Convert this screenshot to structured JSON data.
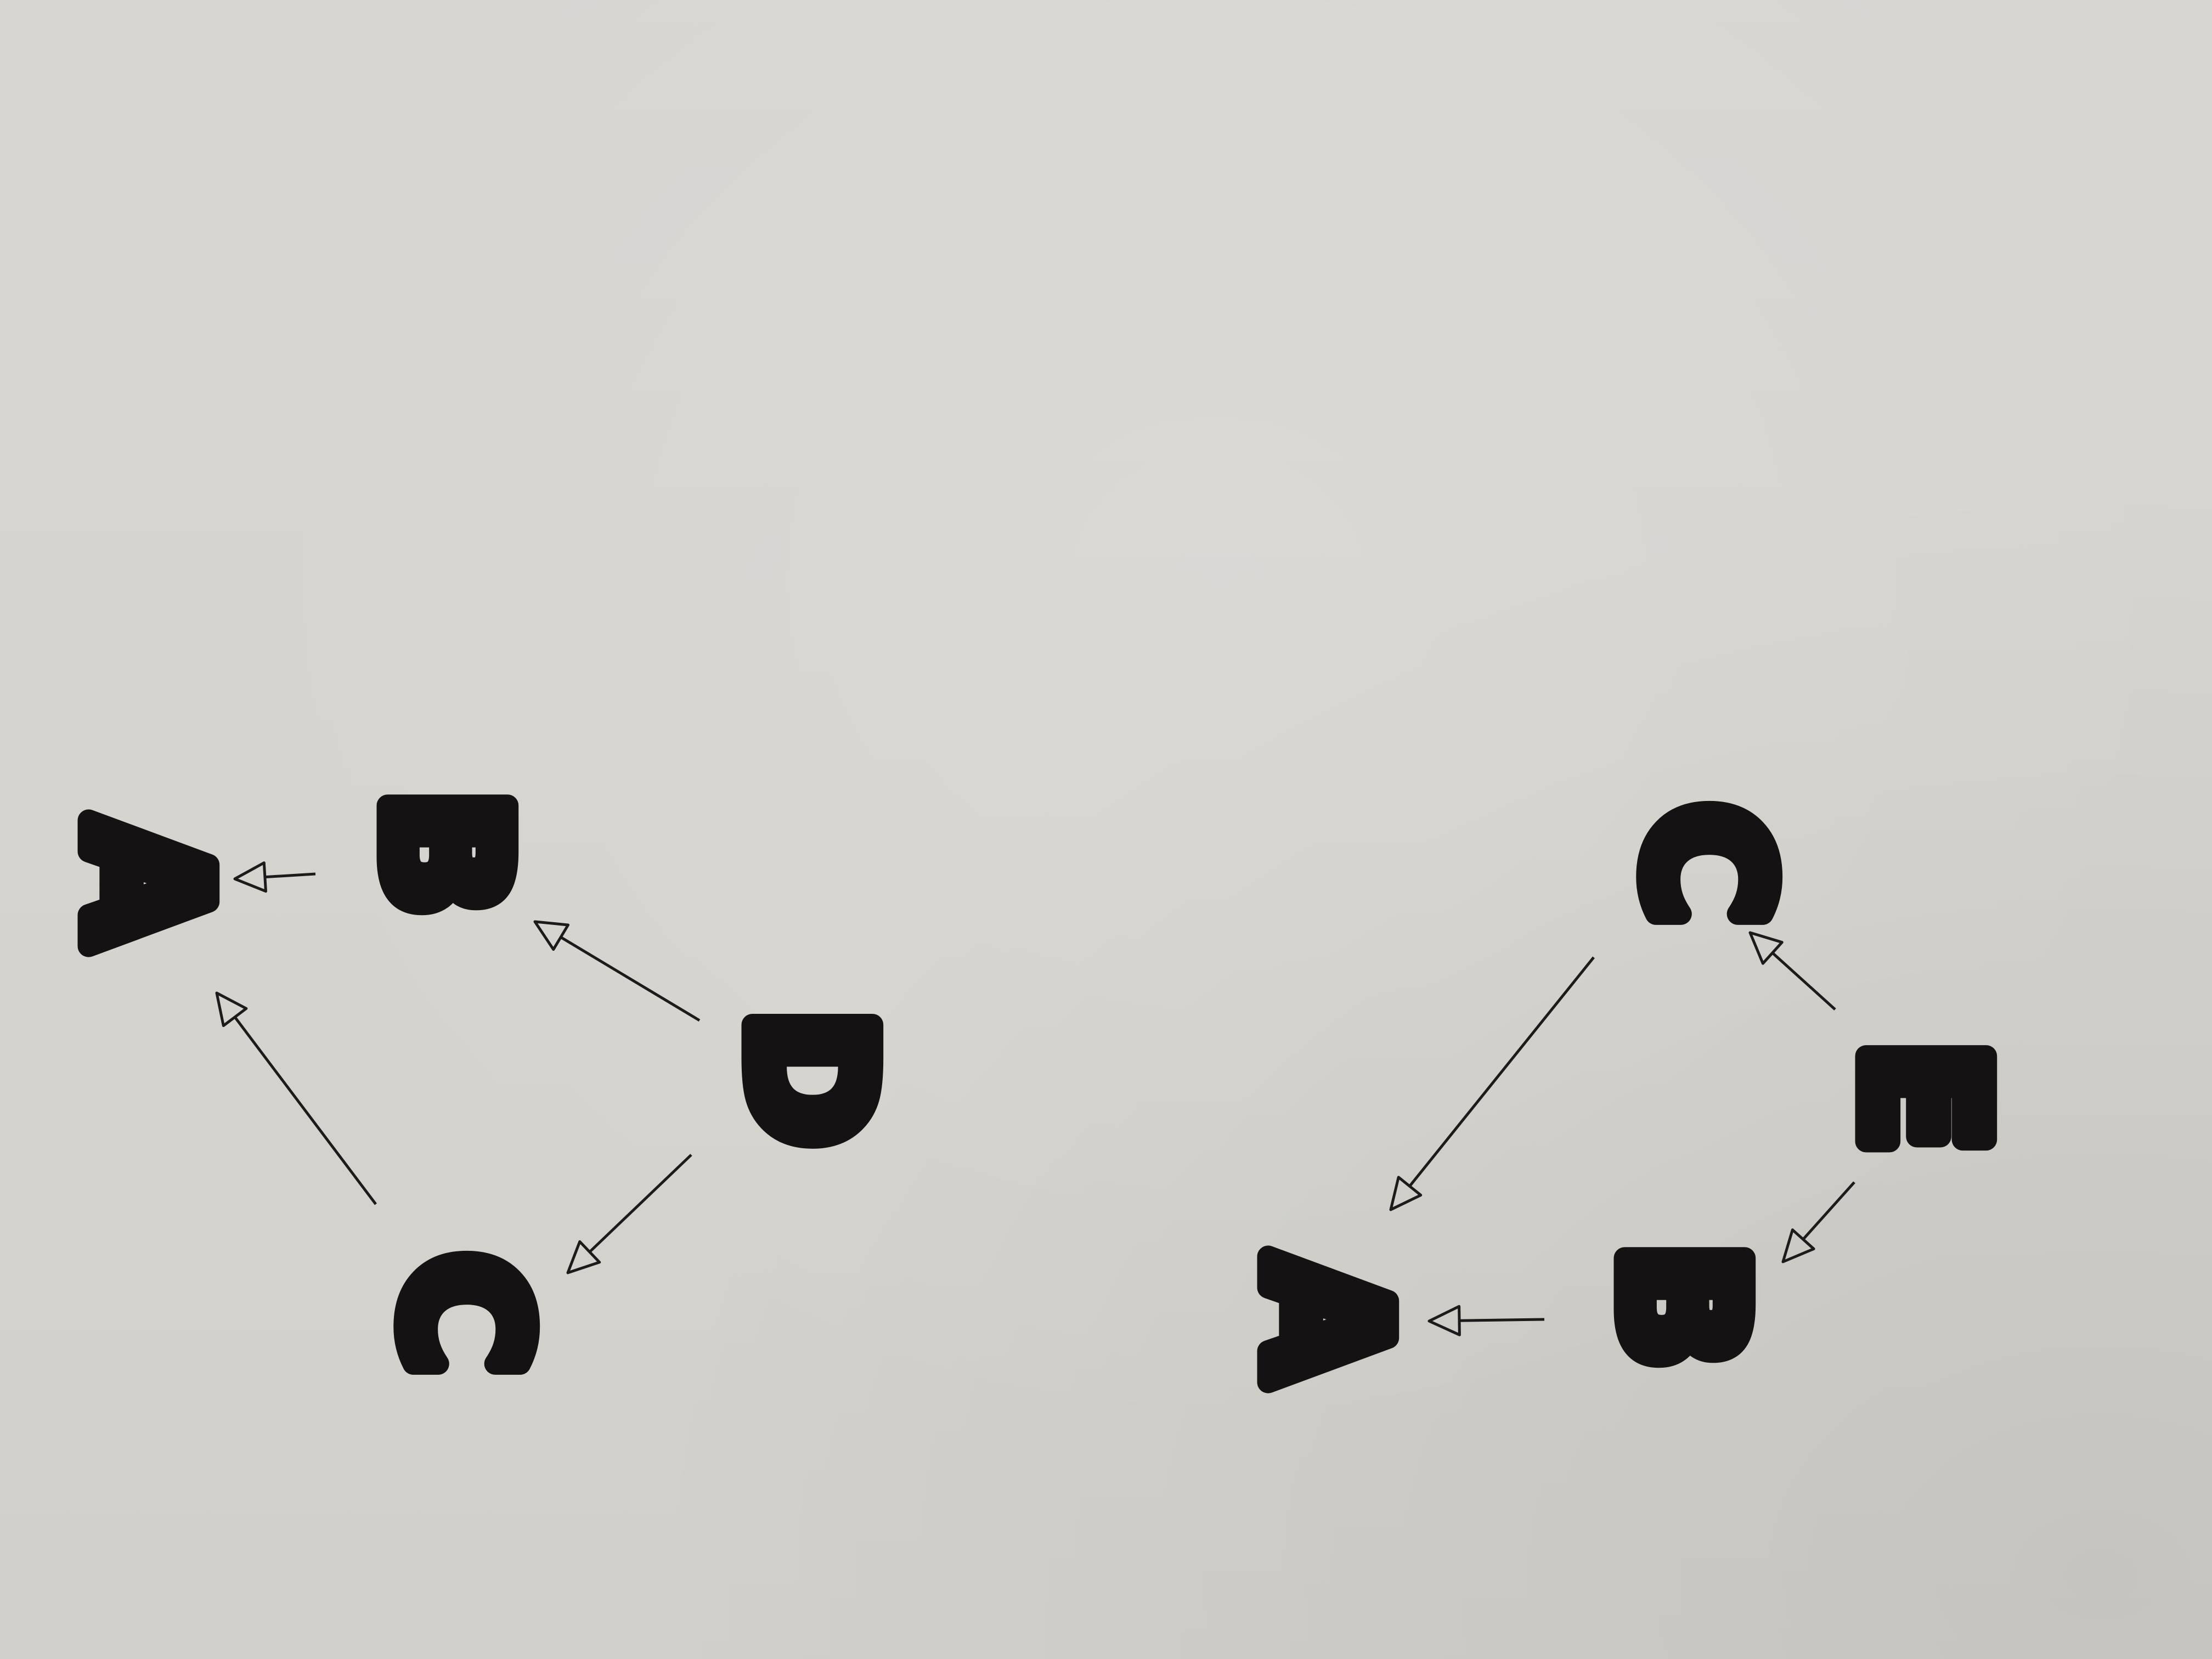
{
  "diagrams": [
    {
      "id": "left",
      "nodes": [
        "A",
        "B",
        "C",
        "D"
      ],
      "edges": [
        {
          "from": "B",
          "to": "A"
        },
        {
          "from": "C",
          "to": "A"
        },
        {
          "from": "D",
          "to": "B"
        },
        {
          "from": "D",
          "to": "C"
        }
      ]
    },
    {
      "id": "right",
      "nodes": [
        "A",
        "B",
        "C",
        "E"
      ],
      "edges": [
        {
          "from": "B",
          "to": "A"
        },
        {
          "from": "C",
          "to": "A"
        },
        {
          "from": "E",
          "to": "C"
        },
        {
          "from": "E",
          "to": "B"
        }
      ]
    }
  ],
  "colors": {
    "paper": "#d6d4ce",
    "ink": "#141212"
  }
}
